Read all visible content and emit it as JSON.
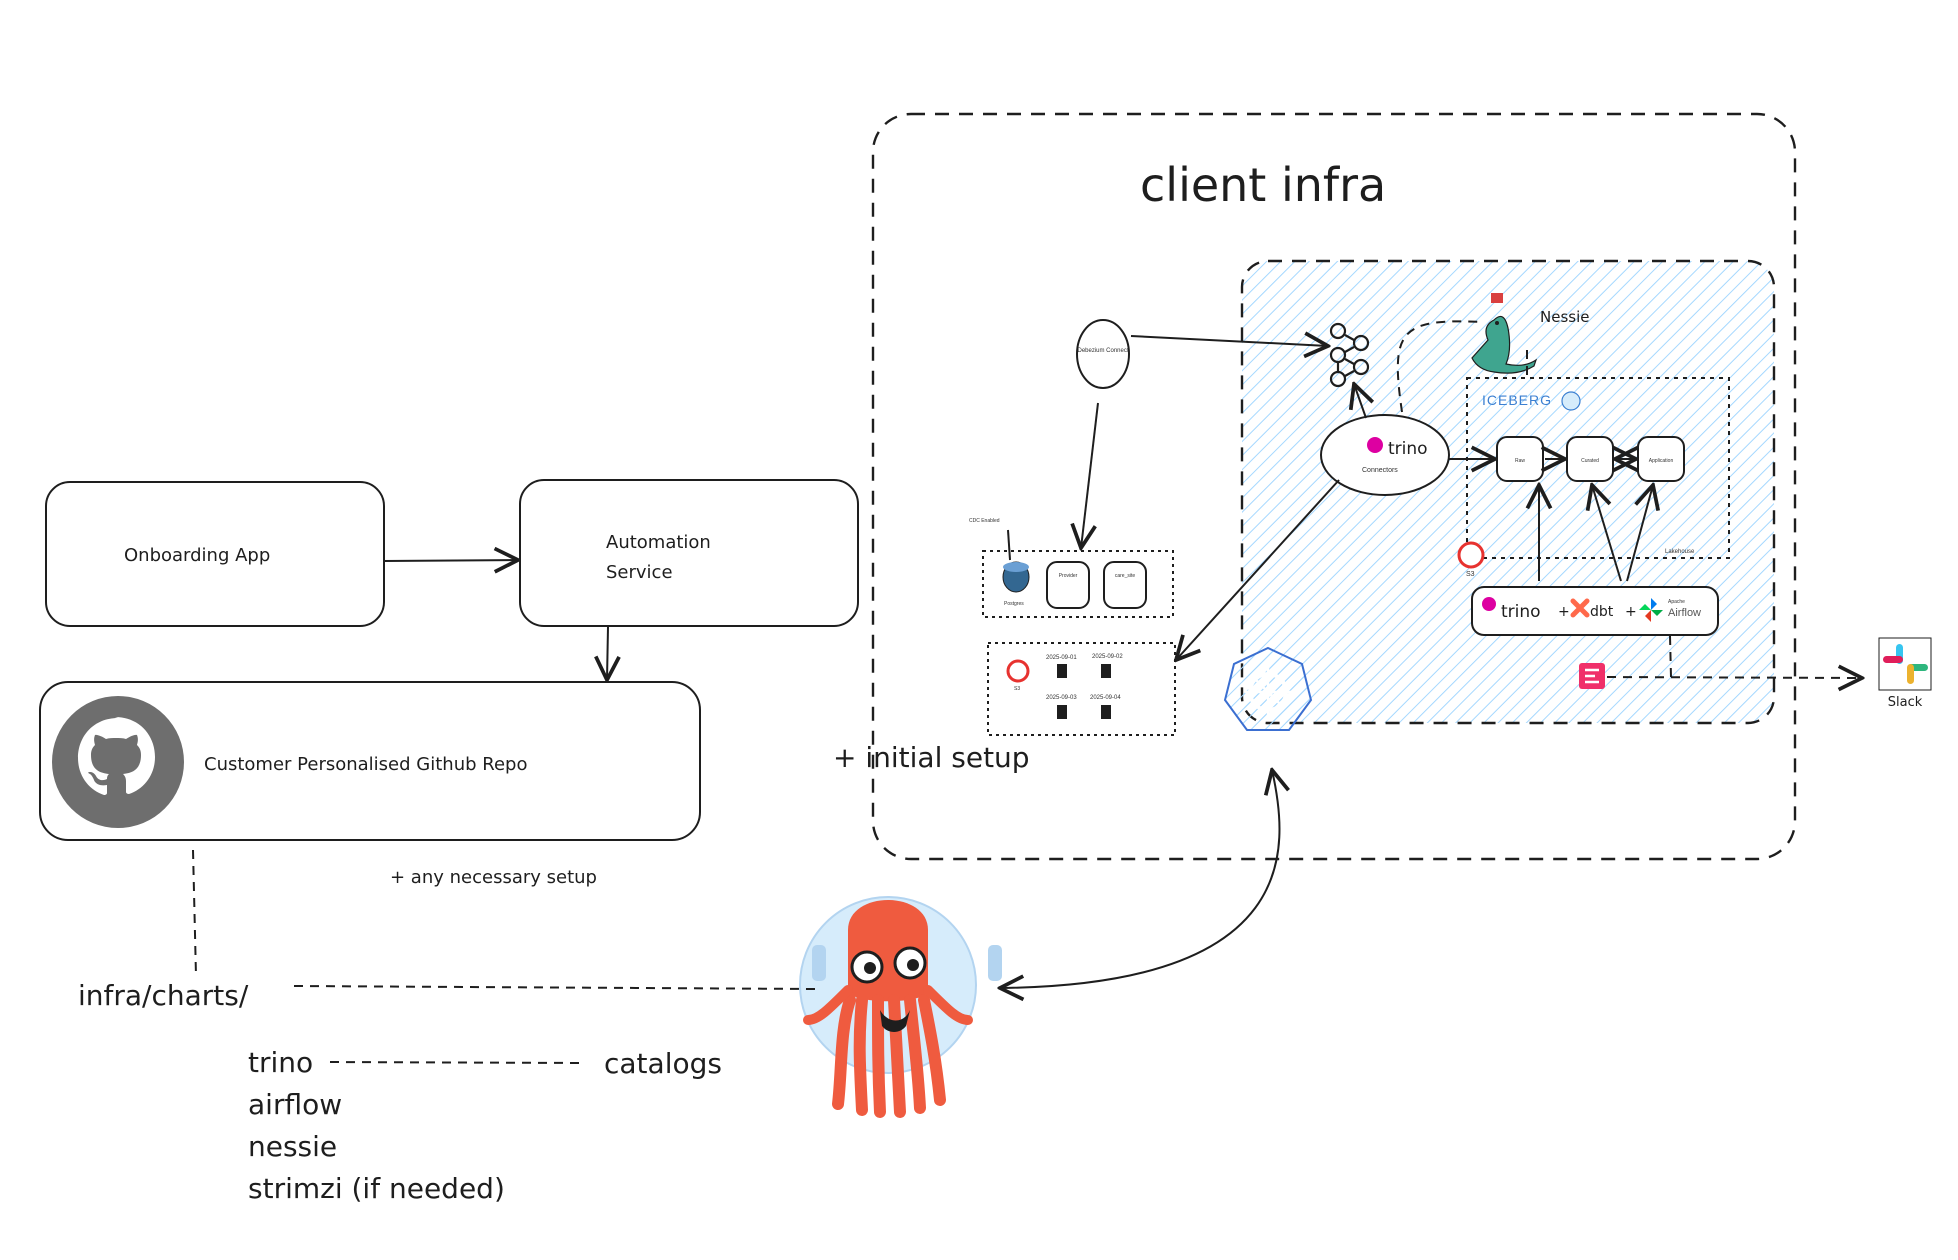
{
  "client_infra": {
    "title": "client infra",
    "initial_setup": "+ initial setup",
    "nessie_label": "Nessie",
    "iceberg_label": "ICEBERG",
    "trino_label": "trino",
    "connectors_label": "Connectors",
    "debezium_label": "Debezium Connect",
    "tables": [
      "Raw",
      "Curated",
      "Application"
    ],
    "lakehouse_label": "Lakehouse",
    "s3_label": "S3",
    "tools": {
      "trino": "trino",
      "dbt": "dbt",
      "airflow": "Airflow",
      "airflow_small": "Apache"
    },
    "cdc_label": "CDC Enabled",
    "postgres_label": "Postgres",
    "source_tables": [
      "Provider",
      "care_site"
    ],
    "s3_dates": [
      "2025-09-01",
      "2025-09-02",
      "2025-09-03",
      "2025-09-04"
    ],
    "slack_label": "Slack"
  },
  "onboarding": {
    "app_label": "Onboarding App",
    "automation_label_line1": "Automation",
    "automation_label_line2": "Service",
    "repo_label": "Customer Personalised Github Repo",
    "setup_note": "+ any necessary setup"
  },
  "charts": {
    "path": "infra/charts/",
    "items": [
      "trino",
      "airflow",
      "nessie",
      "strimzi (if needed)"
    ],
    "catalogs": "catalogs"
  },
  "colors": {
    "ink": "#1e1e1e",
    "hatch": "#a5d8ff",
    "k8s": "#3b6fd1",
    "argo_orange": "#ef5b3f",
    "argo_helmet": "#d6ecfb",
    "trino_pink": "#dd00a1",
    "dbt_orange": "#ff694b",
    "s3_red": "#e7322f",
    "nessie_green": "#3fa58f",
    "kafka_ink": "#1e1e1e",
    "github_gray": "#6e6e6e"
  }
}
